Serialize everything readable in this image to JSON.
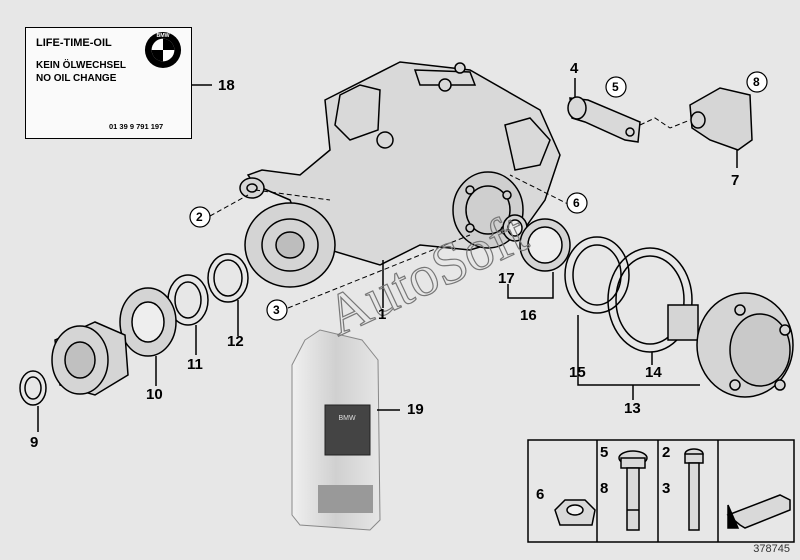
{
  "oil_card": {
    "title": "LIFE-TIME-OIL",
    "line1": "KEIN ÖLWECHSEL",
    "line2": "NO OIL CHANGE",
    "part_number": "01 39 9 791 197",
    "logo_letters": "BMW"
  },
  "watermark": "AutoSoft",
  "ref_code": "378745",
  "part_numbers": {
    "p1": "1",
    "p2": "2",
    "p3": "3",
    "p4": "4",
    "p5": "5",
    "p6": "6",
    "p7": "7",
    "p8": "8",
    "p9": "9",
    "p10": "10",
    "p11": "11",
    "p12": "12",
    "p13": "13",
    "p14": "14",
    "p15": "15",
    "p16": "16",
    "p17": "17",
    "p18": "18",
    "p19": "19"
  },
  "hardware_labels": {
    "a5": "5",
    "a8": "8",
    "b2": "2",
    "b3": "3",
    "n6": "6"
  },
  "colors": {
    "background": "#e7e7e7",
    "line": "#000000",
    "part_fill": "#d8d8d8",
    "watermark": "#999999"
  },
  "bottle_label": "BMW"
}
